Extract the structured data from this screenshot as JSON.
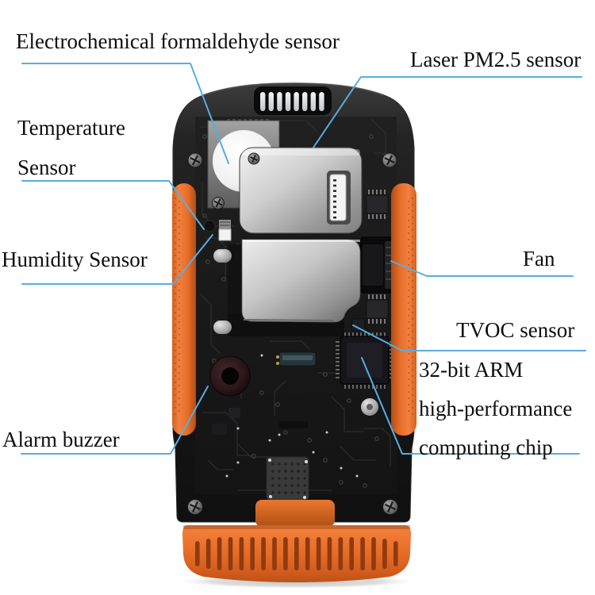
{
  "figure": {
    "type": "annotated-product-diagram",
    "subject": "Air quality detector internal structure",
    "leader_line_color": "#58ade0",
    "body_color": "#1d1d1d",
    "accent_orange": "#e86d29"
  },
  "callouts": [
    {
      "id": "formaldehyde",
      "label": "Electrochemical formaldehyde sensor"
    },
    {
      "id": "laser-pm25",
      "label": "Laser PM2.5 sensor"
    },
    {
      "id": "temperature",
      "lines": [
        "Temperature",
        "Sensor"
      ]
    },
    {
      "id": "humidity",
      "label": "Humidity Sensor"
    },
    {
      "id": "fan",
      "label": "Fan"
    },
    {
      "id": "tvoc",
      "label": "TVOC sensor"
    },
    {
      "id": "arm-chip",
      "lines": [
        "32-bit ARM",
        "high-performance",
        "computing chip"
      ]
    },
    {
      "id": "alarm-buzzer",
      "label": "Alarm buzzer"
    }
  ]
}
